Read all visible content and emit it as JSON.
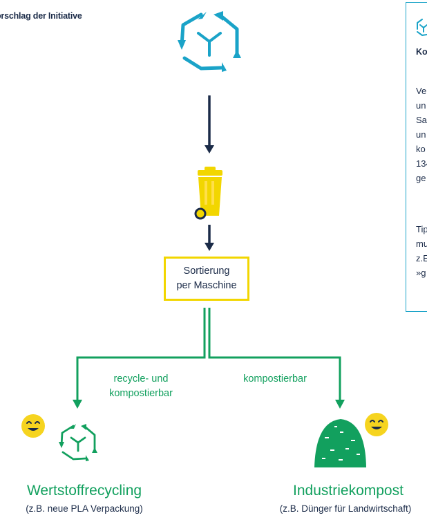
{
  "title": "orschlag der Initiative",
  "sorting_box": {
    "line1": "Sortierung",
    "line2": "per Maschine"
  },
  "branches": {
    "left": {
      "line1": "recycle- und",
      "line2": "kompostierbar"
    },
    "right": {
      "line1": "kompostierbar"
    }
  },
  "results": {
    "recycling": {
      "title": "Wertstoffrecycling",
      "subtitle": "(z.B. neue PLA Verpackung)"
    },
    "compost": {
      "title": "Industriekompost",
      "subtitle": "(z.B. Dünger für Landwirtschaft)"
    }
  },
  "info_box": {
    "heading": "Ko",
    "para1": [
      "Ve",
      "un",
      "Sa",
      "un",
      "ko",
      "134",
      "ge"
    ],
    "para2": [
      "Tip",
      "mu",
      "z.E",
      "»g"
    ]
  },
  "colors": {
    "teal": "#1aa3c8",
    "navy": "#1b2b48",
    "yellow": "#f2d600",
    "green": "#12a05e",
    "emoji": "#f6d41f"
  },
  "icons": [
    "recycle-hexagon-icon",
    "yellow-bin-icon",
    "happy-face-icon",
    "compost-heap-icon"
  ]
}
